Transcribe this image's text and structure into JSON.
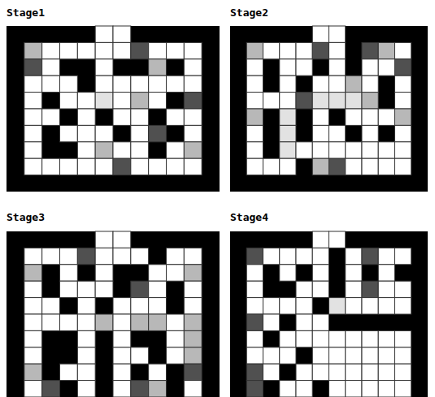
{
  "diagram": {
    "labels": [
      "Stage1",
      "Stage2",
      "Stage3",
      "Stage4"
    ]
  }
}
